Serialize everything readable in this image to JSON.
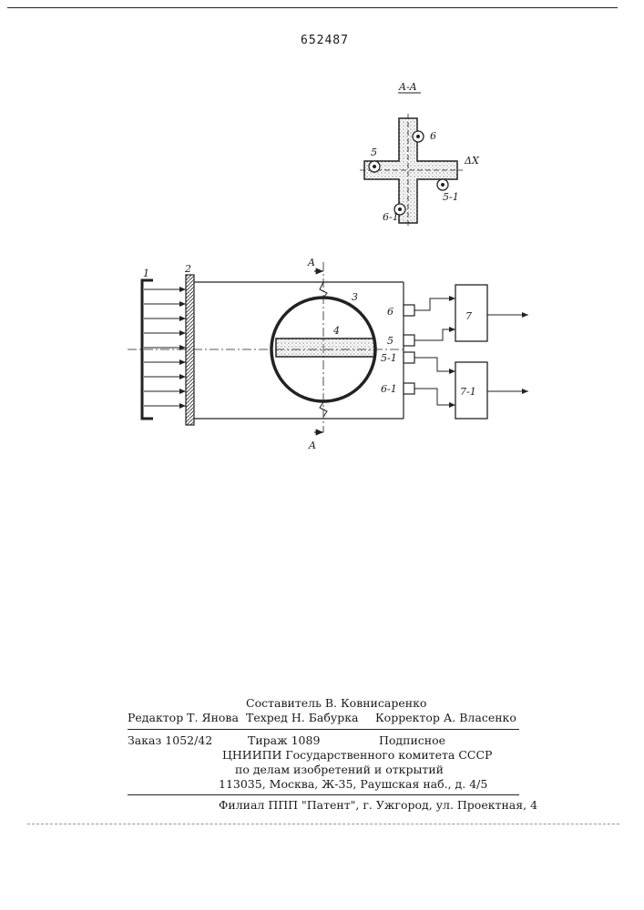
{
  "patent_number": "652487",
  "section": {
    "title": "A-A",
    "labels": {
      "l5": "5",
      "l6": "6",
      "dx": "ΔX",
      "l5_1": "5-1",
      "l6_1": "6-1"
    }
  },
  "diagram": {
    "labels": {
      "l1": "1",
      "l2": "2",
      "l3": "3",
      "l4": "4",
      "l6": "6",
      "l5": "5",
      "l5_1": "5-1",
      "l6_1": "6-1",
      "l7": "7",
      "l7_1": "7-1",
      "a_top": "A",
      "a_bottom": "A"
    }
  },
  "footer": {
    "compiler": "Составитель В. Ковнисаренко",
    "editor": "Редактор Т. Янова",
    "techred": "Техред Н. Бабурка",
    "corrector": "Корректор А. Власенко",
    "order": "Заказ 1052/42",
    "circulation": "Тираж 1089",
    "subscription": "Подписное",
    "org1": "ЦНИИПИ Государственного комитета СССР",
    "org2": "по делам изобретений и открытий",
    "address": "113035, Москва, Ж-35, Раушская наб., д. 4/5",
    "branch": "Филиал ППП \"Патент\", г. Ужгород, ул. Проектная, 4"
  }
}
